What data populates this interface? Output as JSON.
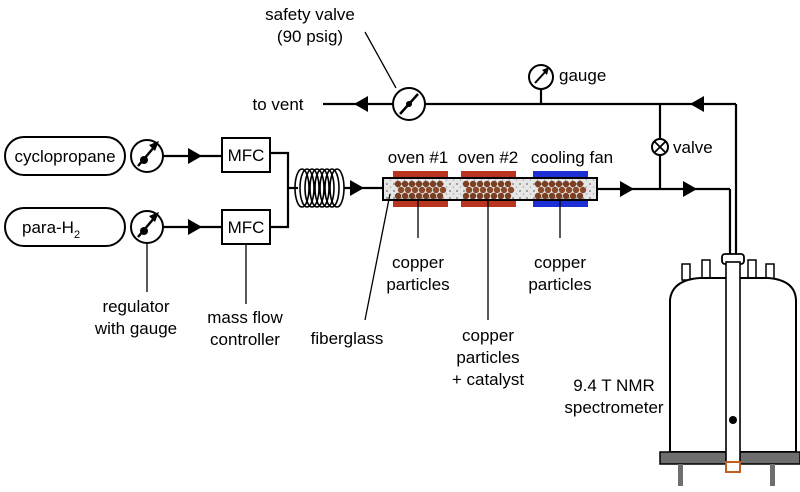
{
  "labels": {
    "safety_valve_line1": "safety valve",
    "safety_valve_line2": "(90 psig)",
    "gauge": "gauge",
    "to_vent": "to vent",
    "valve": "valve",
    "cyclopropane": "cyclopropane",
    "para_h2_main": "para-H",
    "para_h2_sub": "2",
    "mfc_top": "MFC",
    "mfc_bottom": "MFC",
    "oven1": "oven #1",
    "oven2": "oven #2",
    "cooling_fan": "cooling fan",
    "copper_particles_left_line1": "copper",
    "copper_particles_left_line2": "particles",
    "copper_particles_right_line1": "copper",
    "copper_particles_right_line2": "particles",
    "copper_catalyst_line1": "copper",
    "copper_catalyst_line2": "particles",
    "copper_catalyst_line3": "+ catalyst",
    "regulator_line1": "regulator",
    "regulator_line2": "with gauge",
    "mass_flow_line1": "mass flow",
    "mass_flow_line2": "controller",
    "fiberglass": "fiberglass",
    "nmr_line1": "9.4 T NMR",
    "nmr_line2": "spectrometer"
  },
  "colors": {
    "oven": "#b8341e",
    "cooling": "#1f2fd6",
    "copper": "#7a3f22",
    "fiberglass": "#cfcfcf",
    "nmr_base": "#6e6e6e",
    "nmr_probe": "#c06020"
  },
  "icons": [
    "regulator-icon",
    "gauge-icon",
    "safety-valve-icon",
    "valve-icon",
    "coil-icon",
    "arrow-icon",
    "nmr-magnet-icon"
  ]
}
